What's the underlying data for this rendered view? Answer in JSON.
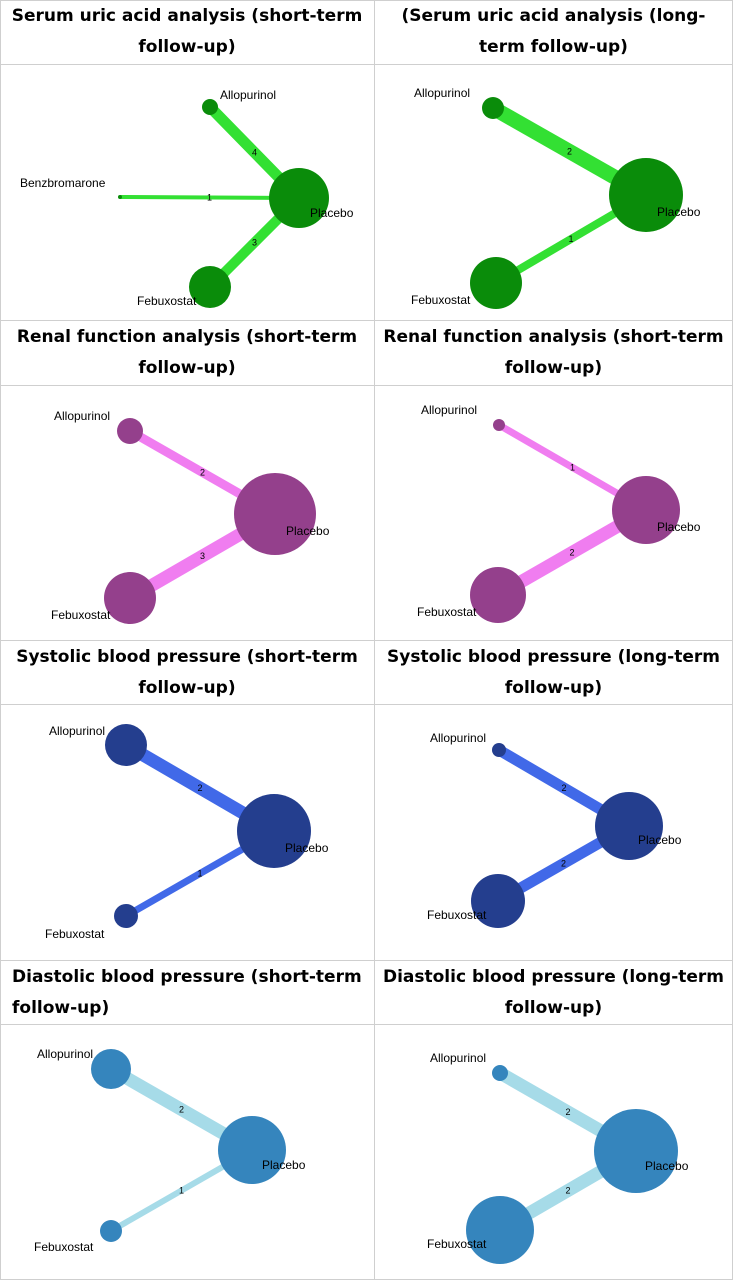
{
  "panels": [
    {
      "title": "Serum uric acid analysis (short-term follow-up)",
      "edge_color": "#33e033",
      "node_color": "#0a8c0a",
      "nodes": [
        {
          "id": "allopurinol",
          "label": "Allopurinol"
        },
        {
          "id": "benzbromarone",
          "label": "Benzbromarone"
        },
        {
          "id": "placebo",
          "label": "Placebo"
        },
        {
          "id": "febuxostat",
          "label": "Febuxostat"
        }
      ],
      "edges": [
        {
          "from": "allopurinol",
          "to": "placebo",
          "studies": "4"
        },
        {
          "from": "benzbromarone",
          "to": "placebo",
          "studies": "1"
        },
        {
          "from": "febuxostat",
          "to": "placebo",
          "studies": "3"
        }
      ]
    },
    {
      "title": "(Serum uric acid analysis (long-term follow-up)",
      "edge_color": "#33e033",
      "node_color": "#0a8c0a",
      "nodes": [
        {
          "id": "allopurinol",
          "label": "Allopurinol"
        },
        {
          "id": "placebo",
          "label": "Placebo"
        },
        {
          "id": "febuxostat",
          "label": "Febuxostat"
        }
      ],
      "edges": [
        {
          "from": "allopurinol",
          "to": "placebo",
          "studies": "2"
        },
        {
          "from": "febuxostat",
          "to": "placebo",
          "studies": "1"
        }
      ]
    },
    {
      "title": "Renal function analysis (short-term follow-up)",
      "edge_color": "#f07df0",
      "node_color": "#94408c",
      "nodes": [
        {
          "id": "allopurinol",
          "label": "Allopurinol"
        },
        {
          "id": "placebo",
          "label": "Placebo"
        },
        {
          "id": "febuxostat",
          "label": "Febuxostat"
        }
      ],
      "edges": [
        {
          "from": "allopurinol",
          "to": "placebo",
          "studies": "2"
        },
        {
          "from": "febuxostat",
          "to": "placebo",
          "studies": "3"
        }
      ]
    },
    {
      "title": "Renal function analysis (short-term follow-up)",
      "edge_color": "#f07df0",
      "node_color": "#94408c",
      "nodes": [
        {
          "id": "allopurinol",
          "label": "Allopurinol"
        },
        {
          "id": "placebo",
          "label": "Placebo"
        },
        {
          "id": "febuxostat",
          "label": "Febuxostat"
        }
      ],
      "edges": [
        {
          "from": "allopurinol",
          "to": "placebo",
          "studies": "1"
        },
        {
          "from": "febuxostat",
          "to": "placebo",
          "studies": "2"
        }
      ]
    },
    {
      "title": "Systolic blood pressure (short-term follow-up)",
      "edge_color": "#4169e8",
      "node_color": "#243e8e",
      "nodes": [
        {
          "id": "allopurinol",
          "label": "Allopurinol"
        },
        {
          "id": "placebo",
          "label": "Placebo"
        },
        {
          "id": "febuxostat",
          "label": "Febuxostat"
        }
      ],
      "edges": [
        {
          "from": "allopurinol",
          "to": "placebo",
          "studies": "2"
        },
        {
          "from": "febuxostat",
          "to": "placebo",
          "studies": "1"
        }
      ]
    },
    {
      "title": "Systolic blood pressure (long-term follow-up)",
      "edge_color": "#4169e8",
      "node_color": "#243e8e",
      "nodes": [
        {
          "id": "allopurinol",
          "label": "Allopurinol"
        },
        {
          "id": "placebo",
          "label": "Placebo"
        },
        {
          "id": "febuxostat",
          "label": "Febuxostat"
        }
      ],
      "edges": [
        {
          "from": "allopurinol",
          "to": "placebo",
          "studies": "2"
        },
        {
          "from": "febuxostat",
          "to": "placebo",
          "studies": "2"
        }
      ]
    },
    {
      "title": "Diastolic blood pressure (short-term follow-up)",
      "edge_color": "#a6dbe8",
      "node_color": "#3585bd",
      "nodes": [
        {
          "id": "allopurinol",
          "label": "Allopurinol"
        },
        {
          "id": "placebo",
          "label": "Placebo"
        },
        {
          "id": "febuxostat",
          "label": "Febuxostat"
        }
      ],
      "edges": [
        {
          "from": "allopurinol",
          "to": "placebo",
          "studies": "2"
        },
        {
          "from": "febuxostat",
          "to": "placebo",
          "studies": "1"
        }
      ]
    },
    {
      "title": "Diastolic blood pressure (long-term follow-up)",
      "edge_color": "#a6dbe8",
      "node_color": "#3585bd",
      "nodes": [
        {
          "id": "allopurinol",
          "label": "Allopurinol"
        },
        {
          "id": "placebo",
          "label": "Placebo"
        },
        {
          "id": "febuxostat",
          "label": "Febuxostat"
        }
      ],
      "edges": [
        {
          "from": "allopurinol",
          "to": "placebo",
          "studies": "2"
        },
        {
          "from": "febuxostat",
          "to": "placebo",
          "studies": "2"
        }
      ]
    }
  ]
}
